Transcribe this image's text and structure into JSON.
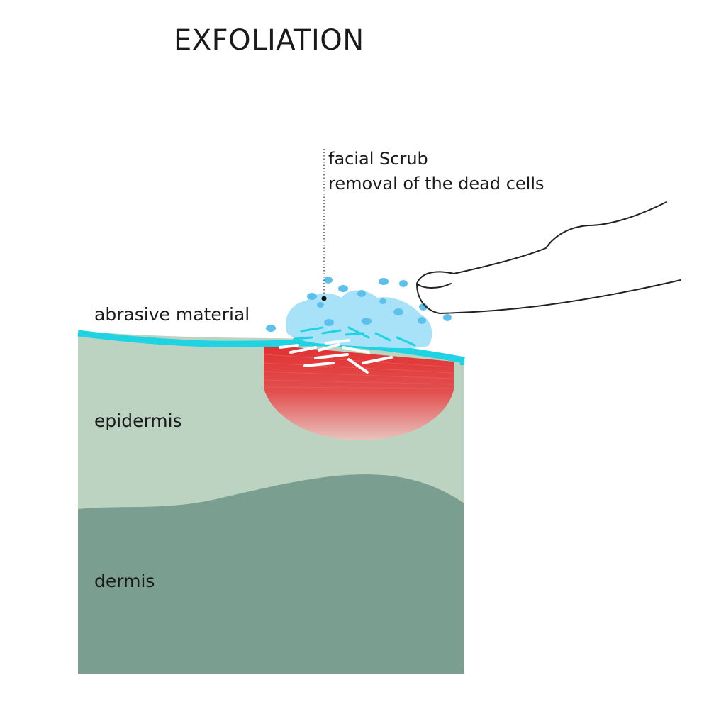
{
  "title": "EXFOLIATION",
  "callout": {
    "line1": "facial Scrub",
    "line2": "removal of the dead cells"
  },
  "labels": {
    "abrasive": "abrasive material",
    "epidermis": "epidermis",
    "dermis": "dermis"
  },
  "colors": {
    "epidermis": "#bcd3c2",
    "dermis": "#7a9e8f",
    "surface": "#1fd3e2",
    "scrub": "#a8e2f8",
    "scrub_dot": "#5cc0ec",
    "treated_area": "#e23a3a",
    "finger_outline": "#222222"
  },
  "icons": {
    "finger": "finger-icon"
  }
}
